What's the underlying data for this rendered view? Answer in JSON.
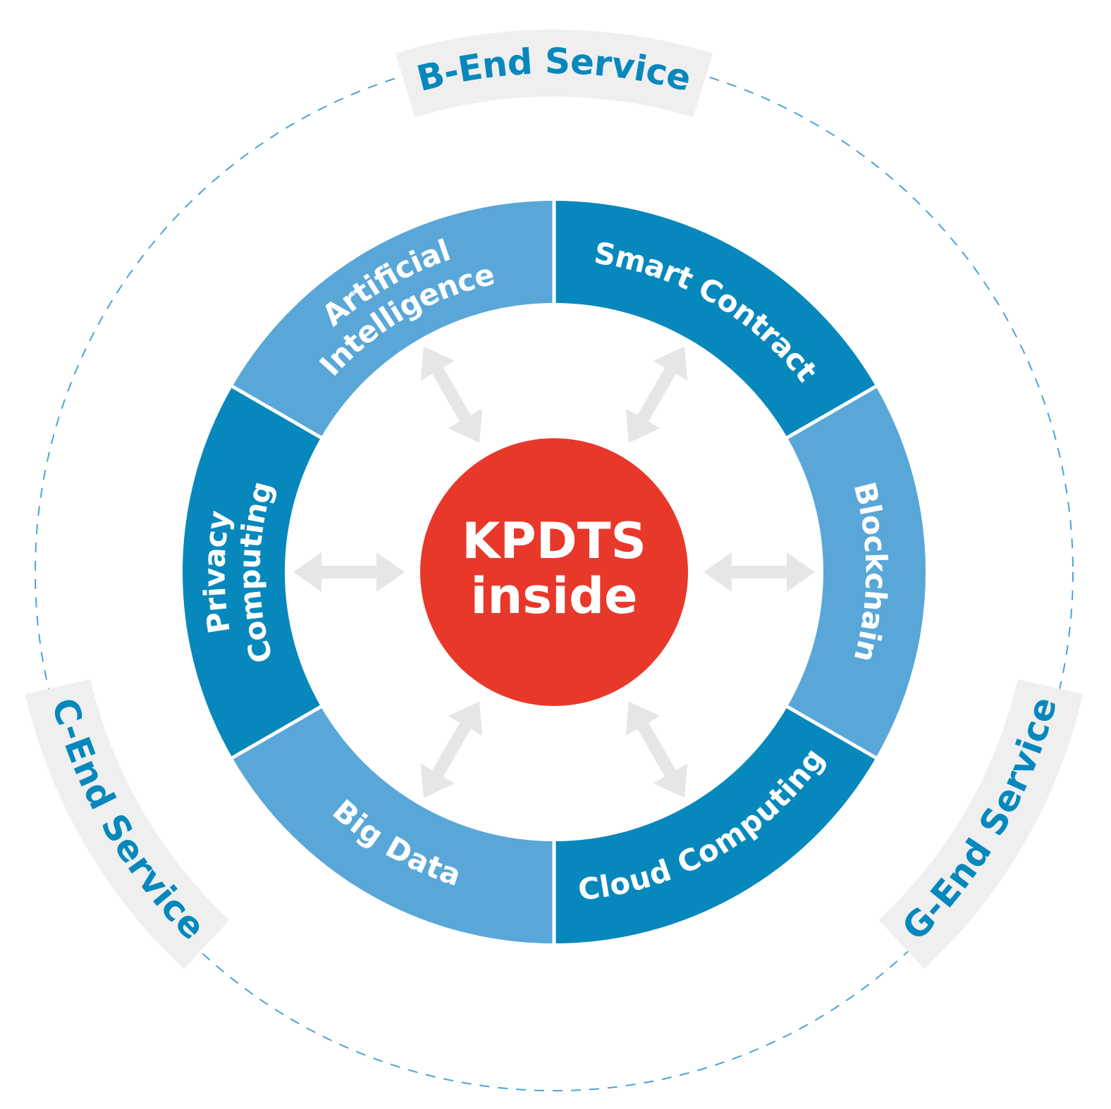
{
  "center": {
    "line1": "KPDTS",
    "line2": "inside",
    "color": "#e8382a"
  },
  "segments": [
    {
      "id": "smart-contract",
      "lines": [
        "Smart Contract"
      ],
      "shade": "dark"
    },
    {
      "id": "blockchain",
      "lines": [
        "Blockchain"
      ],
      "shade": "light"
    },
    {
      "id": "cloud-computing",
      "lines": [
        "Cloud Computing"
      ],
      "shade": "dark"
    },
    {
      "id": "big-data",
      "lines": [
        "Big Data"
      ],
      "shade": "light"
    },
    {
      "id": "privacy-computing",
      "lines": [
        "Privacy",
        "Computing"
      ],
      "shade": "dark"
    },
    {
      "id": "artificial-intelligence",
      "lines": [
        "Artificial",
        "Intelligence"
      ],
      "shade": "light"
    }
  ],
  "services": [
    {
      "id": "b-end",
      "label": "B-End Service"
    },
    {
      "id": "g-end",
      "label": "G-End Service"
    },
    {
      "id": "c-end",
      "label": "C-End Service"
    }
  ],
  "colors": {
    "ring_dark": "#0788bd",
    "ring_light": "#59a7d8",
    "band": "#efefef",
    "service_text": "#0788bd",
    "dashed_circle": "#4aa3d6",
    "arrow": "#e6e6e6"
  }
}
